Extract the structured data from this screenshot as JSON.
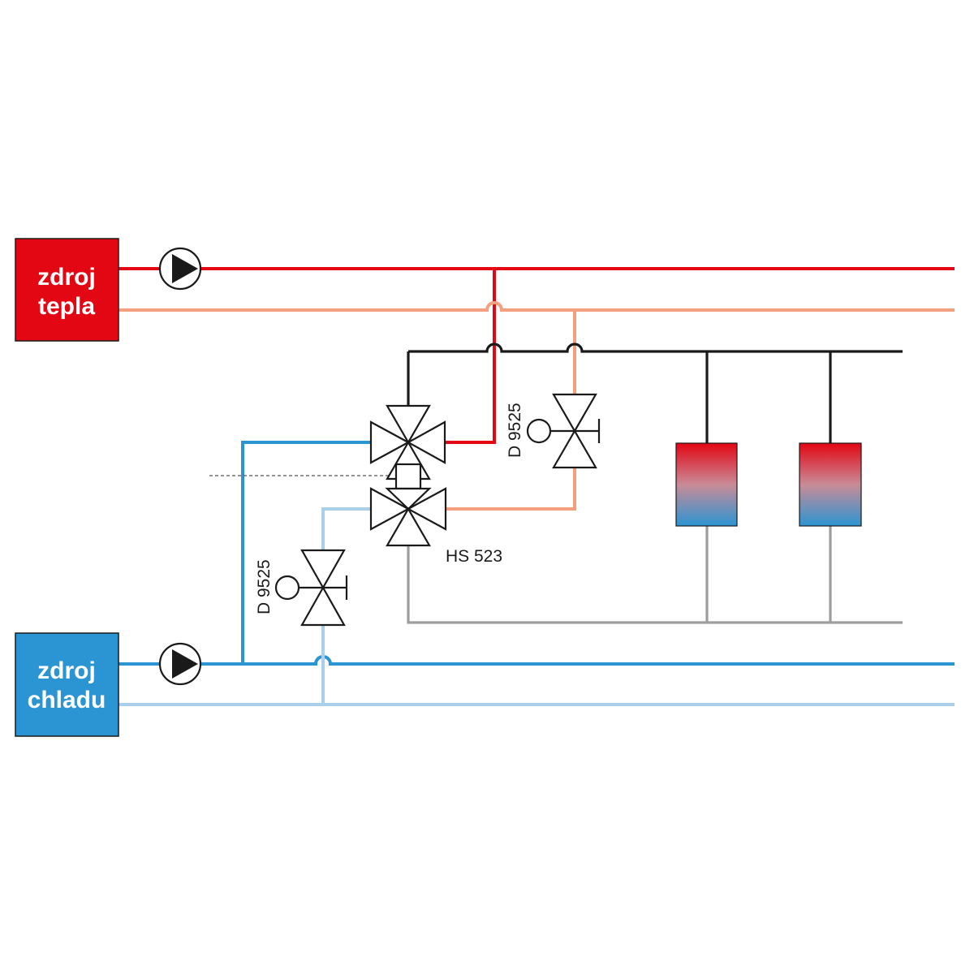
{
  "sources": {
    "heat": {
      "line1": "zdroj",
      "line2": "tepla",
      "color": "#e30613"
    },
    "cold": {
      "line1": "zdroj",
      "line2": "chladu",
      "color": "#2b94d2"
    }
  },
  "pipe_colors": {
    "heat_supply": "#e30613",
    "heat_return": "#f4a07e",
    "cold_supply": "#2b94d2",
    "cold_return": "#a9cfeb",
    "consumer_supply": "#1a1a1a",
    "consumer_return": "#9d9d9d"
  },
  "components": {
    "six_way_valve": {
      "label": "HS 523",
      "icon": "six-way-valve-icon"
    },
    "valve_heat": {
      "label": "D 9525",
      "icon": "two-way-valve-icon"
    },
    "valve_cold": {
      "label": "D 9525",
      "icon": "two-way-valve-icon"
    },
    "pumps": [
      "pump-icon",
      "pump-icon"
    ],
    "consumers": [
      {
        "icon": "heat-exchanger-icon",
        "gradient_top": "#e30613",
        "gradient_bottom": "#2b94d2"
      },
      {
        "icon": "heat-exchanger-icon",
        "gradient_top": "#e30613",
        "gradient_bottom": "#2b94d2"
      }
    ]
  }
}
